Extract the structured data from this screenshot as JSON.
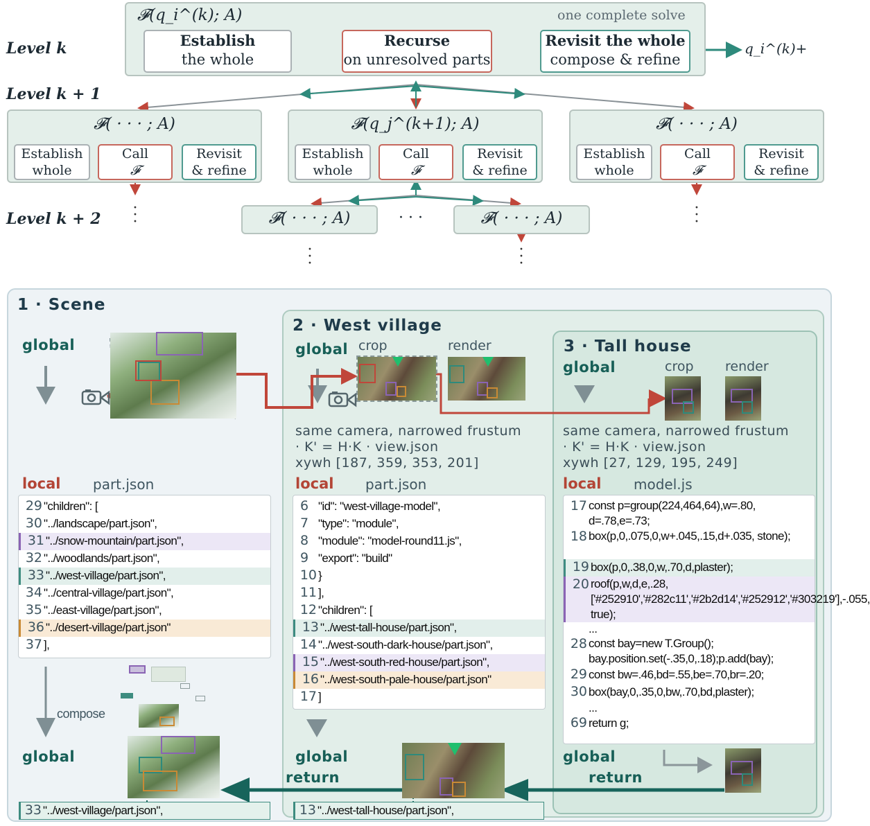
{
  "top": {
    "level_k": "Level k",
    "level_k1": "Level k + 1",
    "level_k2": "Level k + 2",
    "solve_fn": "𝓕(q_i^(k); A)",
    "solve_note": "one complete solve",
    "establish_bold": "Establish",
    "establish_sub": "the whole",
    "recurse_bold": "Recurse",
    "recurse_sub": "on unresolved parts",
    "revisit_bold": "Revisit the whole",
    "revisit_sub": "compose & refine",
    "output": "q_i^(k)+",
    "child_fn_generic": "𝓕( · · · ; A)",
    "child_fn_mid": "𝓕(q_j^(k+1); A)",
    "mini_establish_1": "Establish",
    "mini_establish_2": "whole",
    "mini_call_1": "Call",
    "mini_call_2": "𝓕",
    "mini_revisit_1": "Revisit",
    "mini_revisit_2": "& refine",
    "hdots": "· · ·",
    "vdots": "·\n·\n·"
  },
  "scene": {
    "title": "1 · Scene",
    "global": "global",
    "local": "local",
    "file": "part.json",
    "compose": "compose",
    "return_line_no": "33",
    "return_line": "\"../west-village/part.json\",",
    "lines": [
      {
        "no": "29",
        "text": "\"children\": ["
      },
      {
        "no": "30",
        "text": "\"../landscape/part.json\","
      },
      {
        "no": "31",
        "text": "\"../snow-mountain/part.json\","
      },
      {
        "no": "32",
        "text": "\"../woodlands/part.json\","
      },
      {
        "no": "33",
        "text": "\"../west-village/part.json\","
      },
      {
        "no": "34",
        "text": "\"../central-village/part.json\","
      },
      {
        "no": "35",
        "text": "\"../east-village/part.json\","
      },
      {
        "no": "36",
        "text": "\"../desert-village/part.json\""
      },
      {
        "no": "37",
        "text": "],"
      }
    ]
  },
  "west": {
    "title": "2 · West village",
    "global": "global",
    "crop": "crop",
    "render": "render",
    "note1": "same camera, narrowed frustum",
    "note2": "· K' = H·K · view.json",
    "note3": "xywh [187, 359, 353, 201]",
    "local": "local",
    "file": "part.json",
    "global_return_1": "global",
    "global_return_2": "return",
    "return_line_no": "13",
    "return_line": "\"../west-tall-house/part.json\",",
    "lines": [
      {
        "no": "6",
        "text": "\"id\": \"west-village-model\","
      },
      {
        "no": "7",
        "text": "\"type\": \"module\","
      },
      {
        "no": "8",
        "text": "\"module\": \"model-round11.js\","
      },
      {
        "no": "9",
        "text": "\"export\": \"build\""
      },
      {
        "no": "10",
        "text": "}"
      },
      {
        "no": "11",
        "text": "],"
      },
      {
        "no": "12",
        "text": "\"children\": ["
      },
      {
        "no": "13",
        "text": "\"../west-tall-house/part.json\","
      },
      {
        "no": "14",
        "text": "\"../west-south-dark-house/part.json\","
      },
      {
        "no": "15",
        "text": "\"../west-south-red-house/part.json\","
      },
      {
        "no": "16",
        "text": "\"../west-south-pale-house/part.json\""
      },
      {
        "no": "17",
        "text": "]"
      }
    ]
  },
  "tall": {
    "title": "3 · Tall house",
    "global": "global",
    "crop": "crop",
    "render": "render",
    "note1": "same camera, narrowed frustum",
    "note2": "· K' = H·K · view.json",
    "note3": "xywh [27, 129, 195, 249]",
    "local": "local",
    "file": "model.js",
    "global_return_1": "global",
    "global_return_2": "return",
    "lines": [
      {
        "no": "17",
        "text": "const p=group(224,464,64),w=.80, d=.78,e=.73;"
      },
      {
        "no": "18",
        "text": "box(p,0,.075,0,w+.045,.15,d+.035, stone);"
      },
      {
        "no": "19",
        "text": "box(p,0,.38,0,w,.70,d,plaster);"
      },
      {
        "no": "20",
        "text": "roof(p,w,d,e,.28,['#252910','#282c11','#2b2d14','#252912','#303219'],-.055, true);"
      },
      {
        "no": "",
        "text": "..."
      },
      {
        "no": "28",
        "text": "const bay=new T.Group(); bay.position.set(-.35,0,.18);p.add(bay);"
      },
      {
        "no": "29",
        "text": "const bw=.46,bd=.55,be=.70,br=.20;"
      },
      {
        "no": "30",
        "text": "box(bay,0,.35,0,bw,.70,bd,plaster);"
      },
      {
        "no": "",
        "text": "..."
      },
      {
        "no": "69",
        "text": "return g;"
      }
    ]
  },
  "colors": {
    "teal": "#3e8c80",
    "red": "#c0463a",
    "purple": "#8a64b4",
    "orange": "#c98a35",
    "panel_bg": "#e4efea"
  }
}
